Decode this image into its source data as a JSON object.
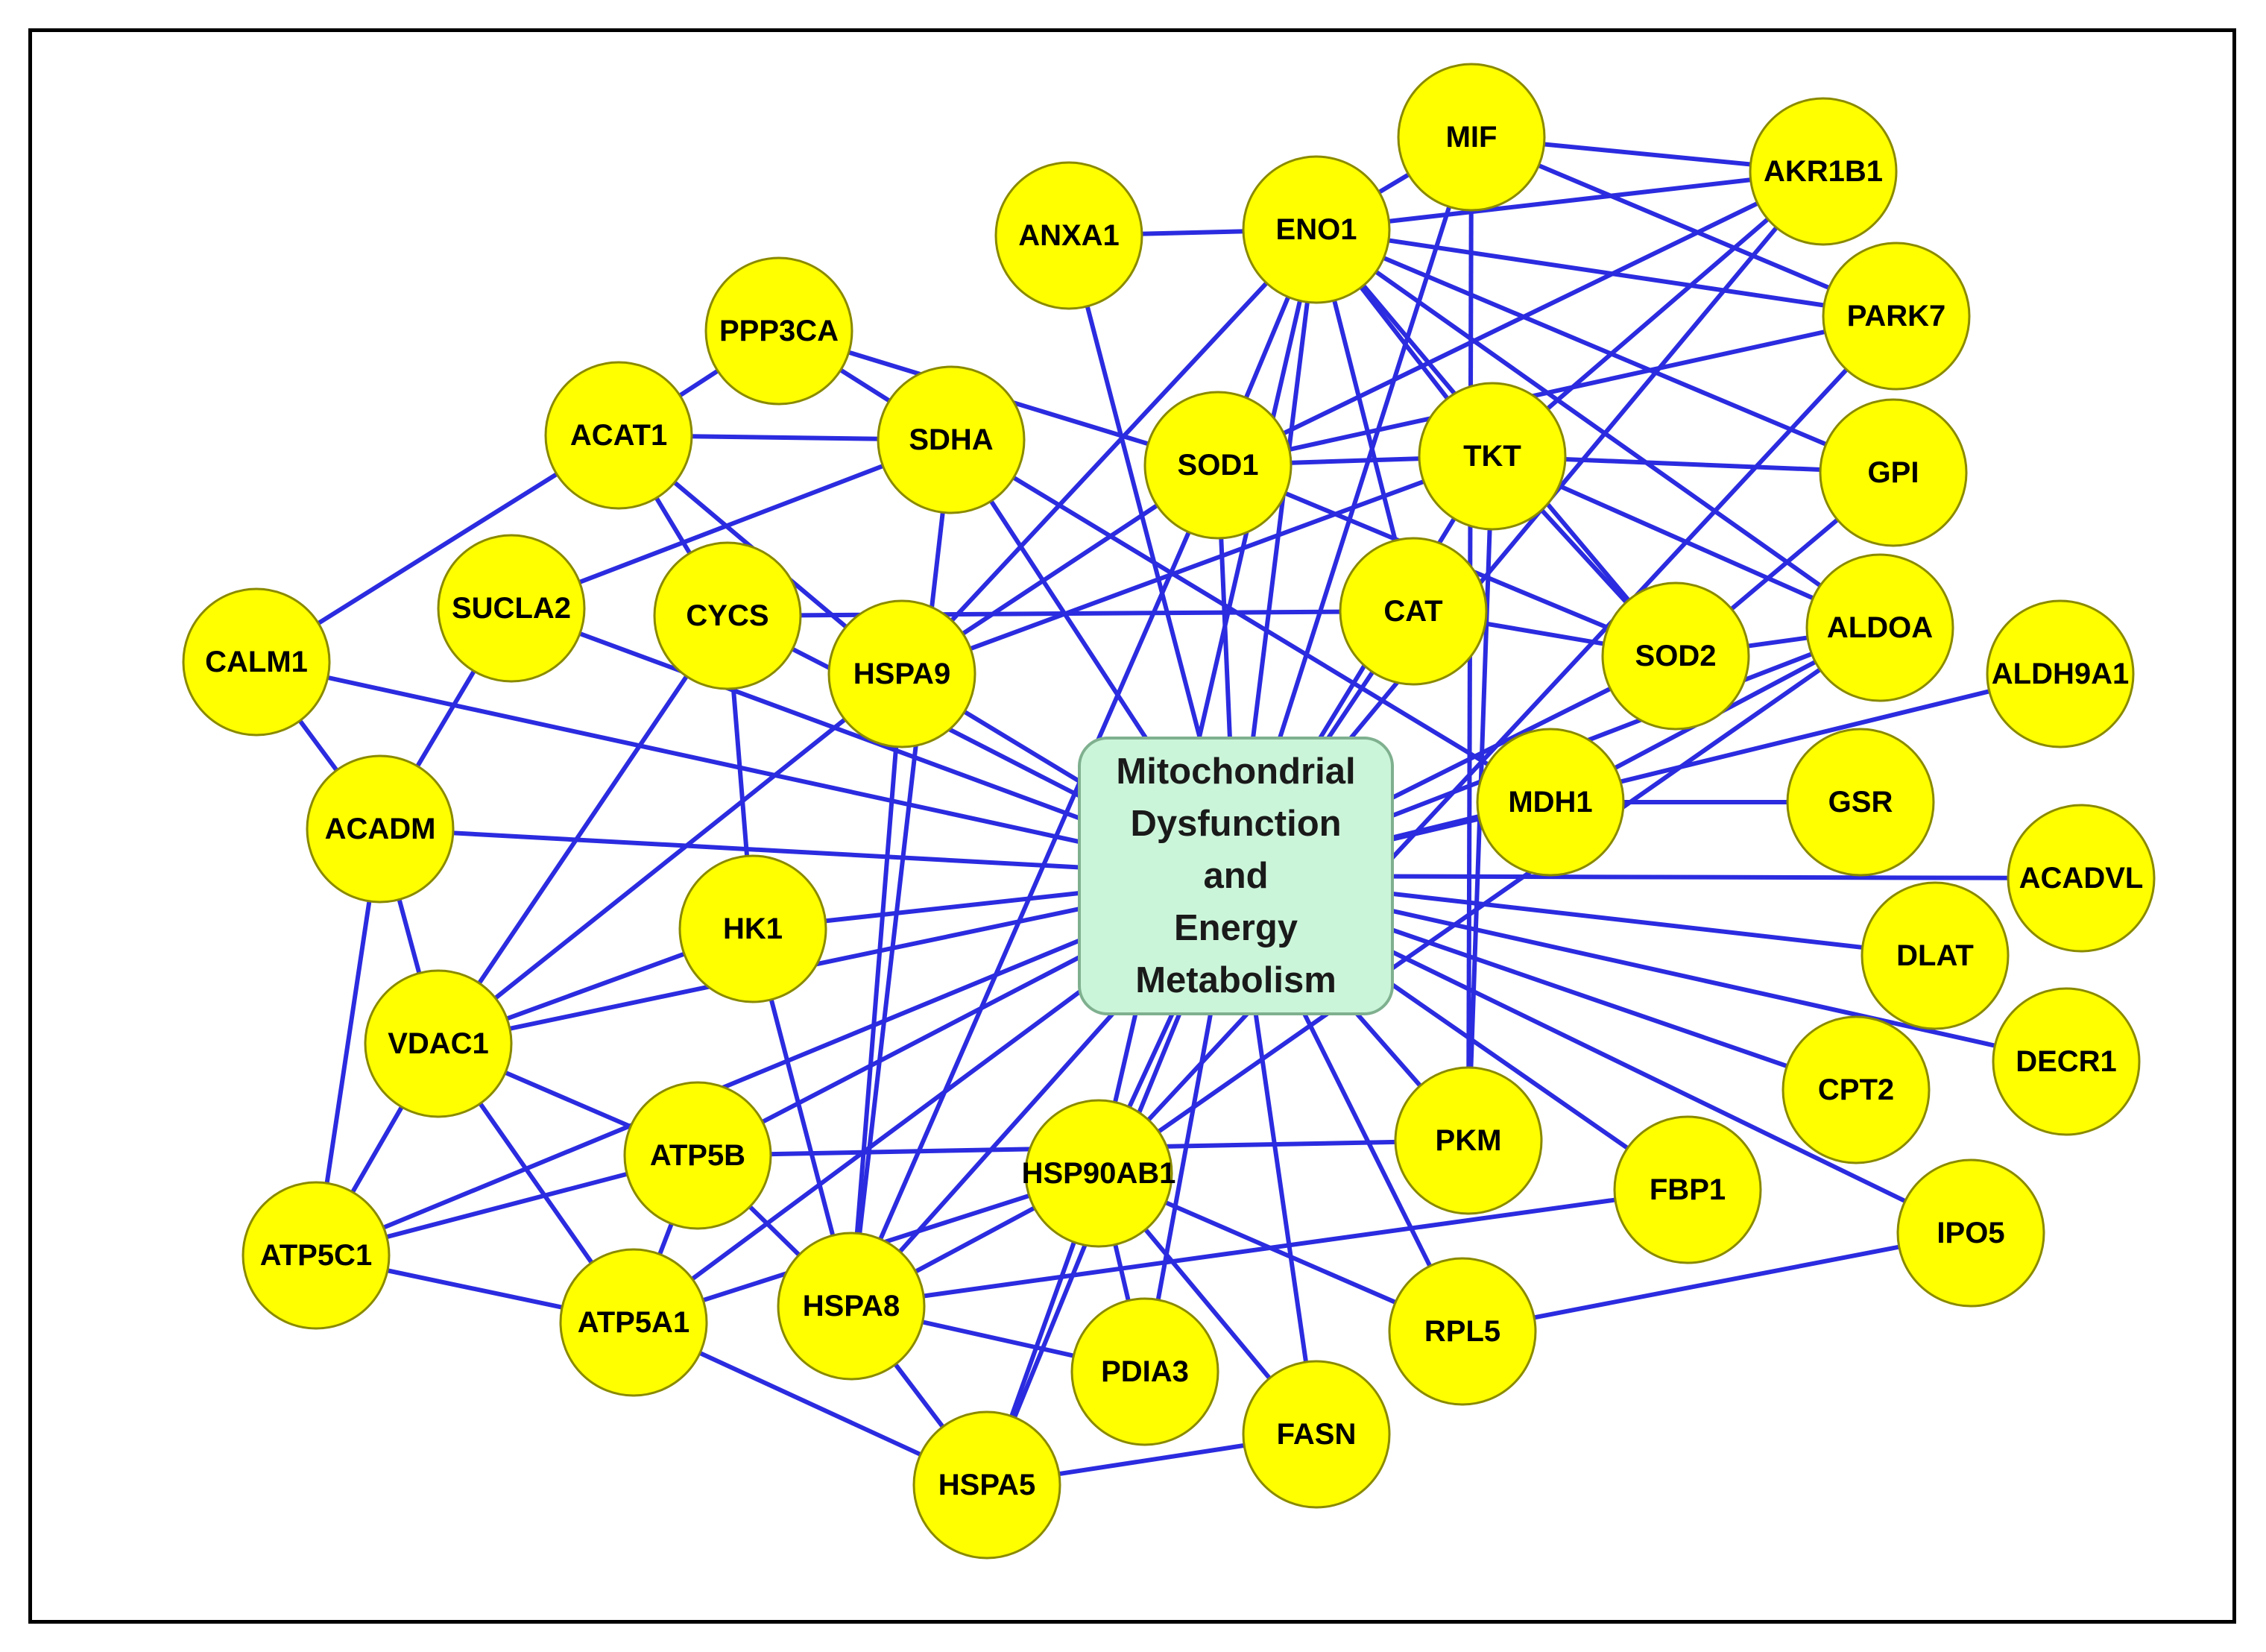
{
  "colors": {
    "edge": "#2b2be0",
    "node_fill": "#ffff00",
    "node_stroke": "#8a8a00",
    "hub_fill": "#cbf5d9",
    "hub_stroke": "#7fb08f",
    "frame": "#000000"
  },
  "diagram": {
    "hub": {
      "id": "hub",
      "lines": [
        "Mitochondrial",
        "Dysfunction",
        "and",
        "Energy",
        "Metabolism"
      ]
    },
    "nodes": [
      {
        "id": "MIF",
        "label": "MIF"
      },
      {
        "id": "AKR1B1",
        "label": "AKR1B1"
      },
      {
        "id": "ANXA1",
        "label": "ANXA1"
      },
      {
        "id": "ENO1",
        "label": "ENO1"
      },
      {
        "id": "PARK7",
        "label": "PARK7"
      },
      {
        "id": "PPP3CA",
        "label": "PPP3CA"
      },
      {
        "id": "ACAT1",
        "label": "ACAT1"
      },
      {
        "id": "SDHA",
        "label": "SDHA"
      },
      {
        "id": "SOD1",
        "label": "SOD1"
      },
      {
        "id": "TKT",
        "label": "TKT"
      },
      {
        "id": "GPI",
        "label": "GPI"
      },
      {
        "id": "SUCLA2",
        "label": "SUCLA2"
      },
      {
        "id": "CYCS",
        "label": "CYCS"
      },
      {
        "id": "CAT",
        "label": "CAT"
      },
      {
        "id": "SOD2",
        "label": "SOD2"
      },
      {
        "id": "ALDOA",
        "label": "ALDOA"
      },
      {
        "id": "ALDH9A1",
        "label": "ALDH9A1"
      },
      {
        "id": "CALM1",
        "label": "CALM1"
      },
      {
        "id": "HSPA9",
        "label": "HSPA9"
      },
      {
        "id": "MDH1",
        "label": "MDH1"
      },
      {
        "id": "GSR",
        "label": "GSR"
      },
      {
        "id": "ACADM",
        "label": "ACADM"
      },
      {
        "id": "ACADVL",
        "label": "ACADVL"
      },
      {
        "id": "HK1",
        "label": "HK1"
      },
      {
        "id": "DLAT",
        "label": "DLAT"
      },
      {
        "id": "VDAC1",
        "label": "VDAC1"
      },
      {
        "id": "DECR1",
        "label": "DECR1"
      },
      {
        "id": "CPT2",
        "label": "CPT2"
      },
      {
        "id": "PKM",
        "label": "PKM"
      },
      {
        "id": "ATP5B",
        "label": "ATP5B"
      },
      {
        "id": "HSP90AB1",
        "label": "HSP90AB1"
      },
      {
        "id": "FBP1",
        "label": "FBP1"
      },
      {
        "id": "IPO5",
        "label": "IPO5"
      },
      {
        "id": "ATP5C1",
        "label": "ATP5C1"
      },
      {
        "id": "ATP5A1",
        "label": "ATP5A1"
      },
      {
        "id": "HSPA8",
        "label": "HSPA8"
      },
      {
        "id": "RPL5",
        "label": "RPL5"
      },
      {
        "id": "PDIA3",
        "label": "PDIA3"
      },
      {
        "id": "FASN",
        "label": "FASN"
      },
      {
        "id": "HSPA5",
        "label": "HSPA5"
      }
    ],
    "edges": [
      [
        "ANXA1",
        "ENO1"
      ],
      [
        "ANXA1",
        "hub"
      ],
      [
        "ENO1",
        "MIF"
      ],
      [
        "ENO1",
        "AKR1B1"
      ],
      [
        "ENO1",
        "PARK7"
      ],
      [
        "ENO1",
        "GPI"
      ],
      [
        "ENO1",
        "TKT"
      ],
      [
        "ENO1",
        "SOD1"
      ],
      [
        "ENO1",
        "CAT"
      ],
      [
        "ENO1",
        "SOD2"
      ],
      [
        "ENO1",
        "ALDOA"
      ],
      [
        "ENO1",
        "HSPA9"
      ],
      [
        "ENO1",
        "hub"
      ],
      [
        "ENO1",
        "HSP90AB1"
      ],
      [
        "MIF",
        "AKR1B1"
      ],
      [
        "MIF",
        "PARK7"
      ],
      [
        "MIF",
        "PKM"
      ],
      [
        "MIF",
        "hub"
      ],
      [
        "AKR1B1",
        "SOD1"
      ],
      [
        "AKR1B1",
        "TKT"
      ],
      [
        "AKR1B1",
        "hub"
      ],
      [
        "PARK7",
        "SOD1"
      ],
      [
        "PARK7",
        "HSP90AB1"
      ],
      [
        "PPP3CA",
        "ACAT1"
      ],
      [
        "PPP3CA",
        "SDHA"
      ],
      [
        "PPP3CA",
        "SOD1"
      ],
      [
        "ACAT1",
        "SDHA"
      ],
      [
        "ACAT1",
        "CALM1"
      ],
      [
        "ACAT1",
        "CYCS"
      ],
      [
        "ACAT1",
        "HSPA9"
      ],
      [
        "SDHA",
        "SUCLA2"
      ],
      [
        "SDHA",
        "hub"
      ],
      [
        "SDHA",
        "MDH1"
      ],
      [
        "SDHA",
        "HSPA8"
      ],
      [
        "SOD1",
        "TKT"
      ],
      [
        "SOD1",
        "SOD2"
      ],
      [
        "SOD1",
        "HSPA9"
      ],
      [
        "SOD1",
        "hub"
      ],
      [
        "SOD1",
        "HSPA8"
      ],
      [
        "TKT",
        "GPI"
      ],
      [
        "TKT",
        "SOD2"
      ],
      [
        "TKT",
        "ALDOA"
      ],
      [
        "TKT",
        "HSPA9"
      ],
      [
        "TKT",
        "PKM"
      ],
      [
        "TKT",
        "hub"
      ],
      [
        "GPI",
        "SOD2"
      ],
      [
        "SUCLA2",
        "ACADM"
      ],
      [
        "SUCLA2",
        "hub"
      ],
      [
        "CYCS",
        "CAT"
      ],
      [
        "CYCS",
        "VDAC1"
      ],
      [
        "CYCS",
        "HK1"
      ],
      [
        "CYCS",
        "hub"
      ],
      [
        "CAT",
        "SOD2"
      ],
      [
        "CAT",
        "hub"
      ],
      [
        "SOD2",
        "ALDOA"
      ],
      [
        "SOD2",
        "hub"
      ],
      [
        "ALDOA",
        "MDH1"
      ],
      [
        "ALDOA",
        "HSP90AB1"
      ],
      [
        "ALDOA",
        "hub"
      ],
      [
        "ALDH9A1",
        "hub"
      ],
      [
        "CALM1",
        "ACADM"
      ],
      [
        "CALM1",
        "hub"
      ],
      [
        "HSPA9",
        "VDAC1"
      ],
      [
        "HSPA9",
        "HSPA8"
      ],
      [
        "HSPA9",
        "hub"
      ],
      [
        "MDH1",
        "GSR"
      ],
      [
        "MDH1",
        "hub"
      ],
      [
        "ACADM",
        "VDAC1"
      ],
      [
        "ACADM",
        "ATP5C1"
      ],
      [
        "ACADM",
        "hub"
      ],
      [
        "ACADVL",
        "hub"
      ],
      [
        "DLAT",
        "hub"
      ],
      [
        "DECR1",
        "hub"
      ],
      [
        "CPT2",
        "hub"
      ],
      [
        "HK1",
        "VDAC1"
      ],
      [
        "HK1",
        "HSPA8"
      ],
      [
        "HK1",
        "hub"
      ],
      [
        "VDAC1",
        "ATP5B"
      ],
      [
        "VDAC1",
        "ATP5C1"
      ],
      [
        "VDAC1",
        "ATP5A1"
      ],
      [
        "VDAC1",
        "hub"
      ],
      [
        "PKM",
        "hub"
      ],
      [
        "PKM",
        "ATP5B"
      ],
      [
        "ATP5B",
        "ATP5C1"
      ],
      [
        "ATP5B",
        "ATP5A1"
      ],
      [
        "ATP5B",
        "HSPA8"
      ],
      [
        "ATP5B",
        "hub"
      ],
      [
        "HSP90AB1",
        "hub"
      ],
      [
        "HSP90AB1",
        "RPL5"
      ],
      [
        "HSP90AB1",
        "FASN"
      ],
      [
        "HSP90AB1",
        "PDIA3"
      ],
      [
        "HSP90AB1",
        "HSPA8"
      ],
      [
        "HSP90AB1",
        "HSPA5"
      ],
      [
        "HSP90AB1",
        "ATP5A1"
      ],
      [
        "FBP1",
        "HSPA8"
      ],
      [
        "FBP1",
        "hub"
      ],
      [
        "IPO5",
        "RPL5"
      ],
      [
        "IPO5",
        "hub"
      ],
      [
        "ATP5C1",
        "ATP5A1"
      ],
      [
        "ATP5C1",
        "hub"
      ],
      [
        "ATP5A1",
        "HSPA5"
      ],
      [
        "ATP5A1",
        "hub"
      ],
      [
        "HSPA8",
        "PDIA3"
      ],
      [
        "HSPA8",
        "HSPA5"
      ],
      [
        "HSPA8",
        "hub"
      ],
      [
        "RPL5",
        "hub"
      ],
      [
        "PDIA3",
        "hub"
      ],
      [
        "FASN",
        "HSPA5"
      ],
      [
        "FASN",
        "hub"
      ],
      [
        "HSPA5",
        "hub"
      ]
    ]
  }
}
